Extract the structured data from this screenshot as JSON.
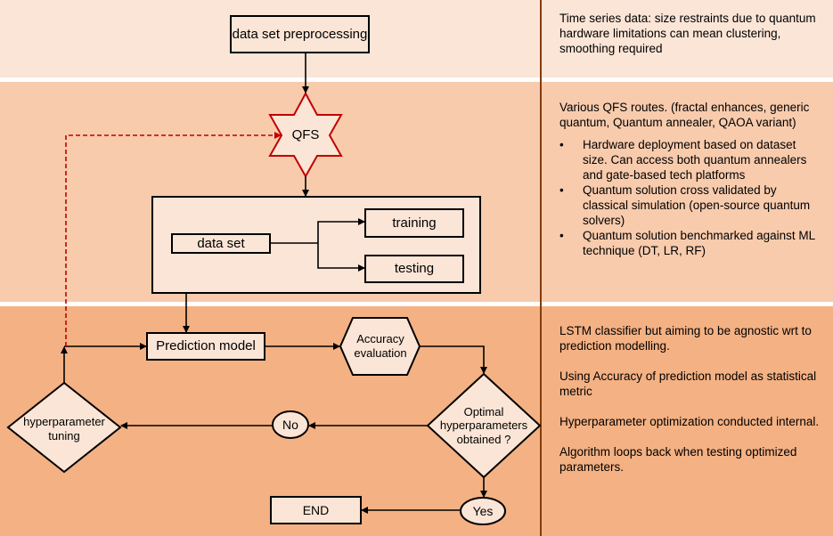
{
  "flow": {
    "preprocessing": "data set preprocessing",
    "qfs": "QFS",
    "dataset": "data set",
    "training": "training",
    "testing": "testing",
    "prediction_model": "Prediction model",
    "accuracy_evaluation": "Accuracy evaluation",
    "optimal_check": "Optimal hyperparameters obtained ?",
    "no": "No",
    "yes": "Yes",
    "hyperparameter_tuning": "hyperparameter tuning",
    "end": "END"
  },
  "notes": {
    "top": "Time series data: size restraints due to quantum hardware limitations can mean clustering, smoothing required",
    "middle_intro": "Various QFS routes. (fractal enhances, generic quantum, Quantum annealer, QAOA variant)",
    "middle_bullets": [
      "Hardware deployment based on dataset size. Can access both quantum annealers and gate-based tech platforms",
      "Quantum solution cross validated by classical simulation (open-source quantum solvers)",
      "Quantum solution benchmarked against ML technique (DT, LR, RF)"
    ],
    "bottom": [
      "LSTM classifier but aiming to be agnostic wrt to prediction modelling.",
      "Using Accuracy of prediction model as statistical metric",
      "Hyperparameter optimization conducted internal.",
      "Algorithm loops back when testing optimized parameters."
    ]
  },
  "colors": {
    "band_top": "#fbe5d6",
    "band_middle": "#f8cbad",
    "band_bottom": "#f4b183",
    "divider": "#843c0c",
    "qfs_star": "#c00000",
    "loop_arrow": "#c00000"
  }
}
